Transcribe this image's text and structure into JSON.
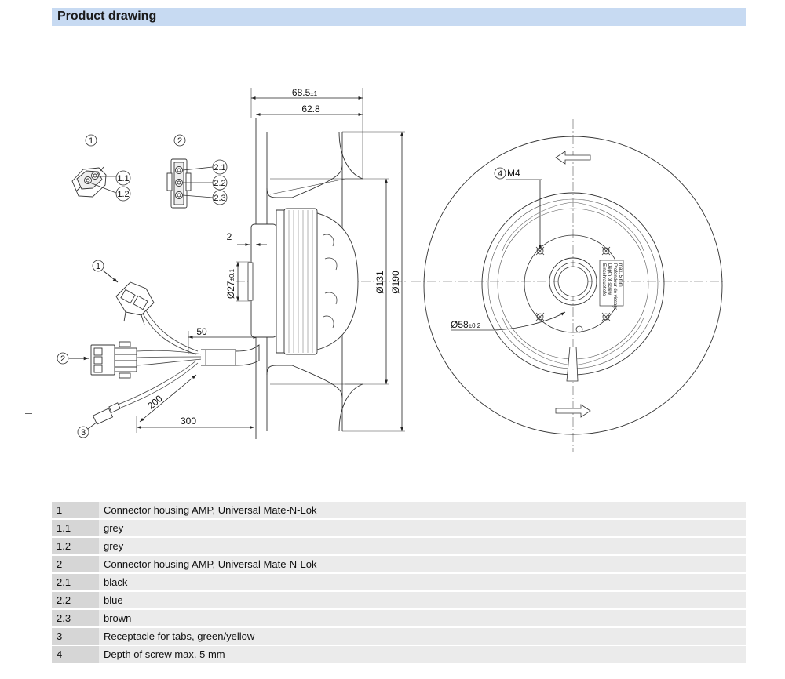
{
  "header": {
    "title": "Product drawing"
  },
  "drawing": {
    "callouts": {
      "c1": "1",
      "c2": "2",
      "c1_1": "1.1",
      "c1_2": "1.2",
      "c2_1": "2.1",
      "c2_2": "2.2",
      "c2_3": "2.3",
      "c1_cable": "1",
      "c2_cable": "2",
      "c3_cable": "3",
      "c4": "4"
    },
    "dimensions": {
      "overall_depth": "68.5",
      "overall_depth_tol": "±1",
      "blade_depth": "62.8",
      "hub_offset": "2",
      "shaft_dia": "Ø27",
      "shaft_dia_tol": "±0.1",
      "inlet_dia": "Ø131",
      "outer_dia": "Ø190",
      "cable_50": "50",
      "cable_200": "200",
      "cable_300": "300",
      "thread": "M4",
      "bolt_circle": "Ø58",
      "bolt_circle_tol": "±0.2"
    },
    "label_text": [
      "Einschraubtiefe",
      "Depth of screw",
      "Profondeur de vissage",
      "max. 5 mm"
    ]
  },
  "legend": [
    {
      "no": "1",
      "desc": "Connector housing AMP, Universal Mate-N-Lok"
    },
    {
      "no": "1.1",
      "desc": "grey"
    },
    {
      "no": "1.2",
      "desc": "grey"
    },
    {
      "no": "2",
      "desc": "Connector housing AMP, Universal Mate-N-Lok"
    },
    {
      "no": "2.1",
      "desc": "black"
    },
    {
      "no": "2.2",
      "desc": "blue"
    },
    {
      "no": "2.3",
      "desc": "brown"
    },
    {
      "no": "3",
      "desc": "Receptacle for tabs, green/yellow"
    },
    {
      "no": "4",
      "desc": "Depth of screw max. 5 mm"
    }
  ]
}
